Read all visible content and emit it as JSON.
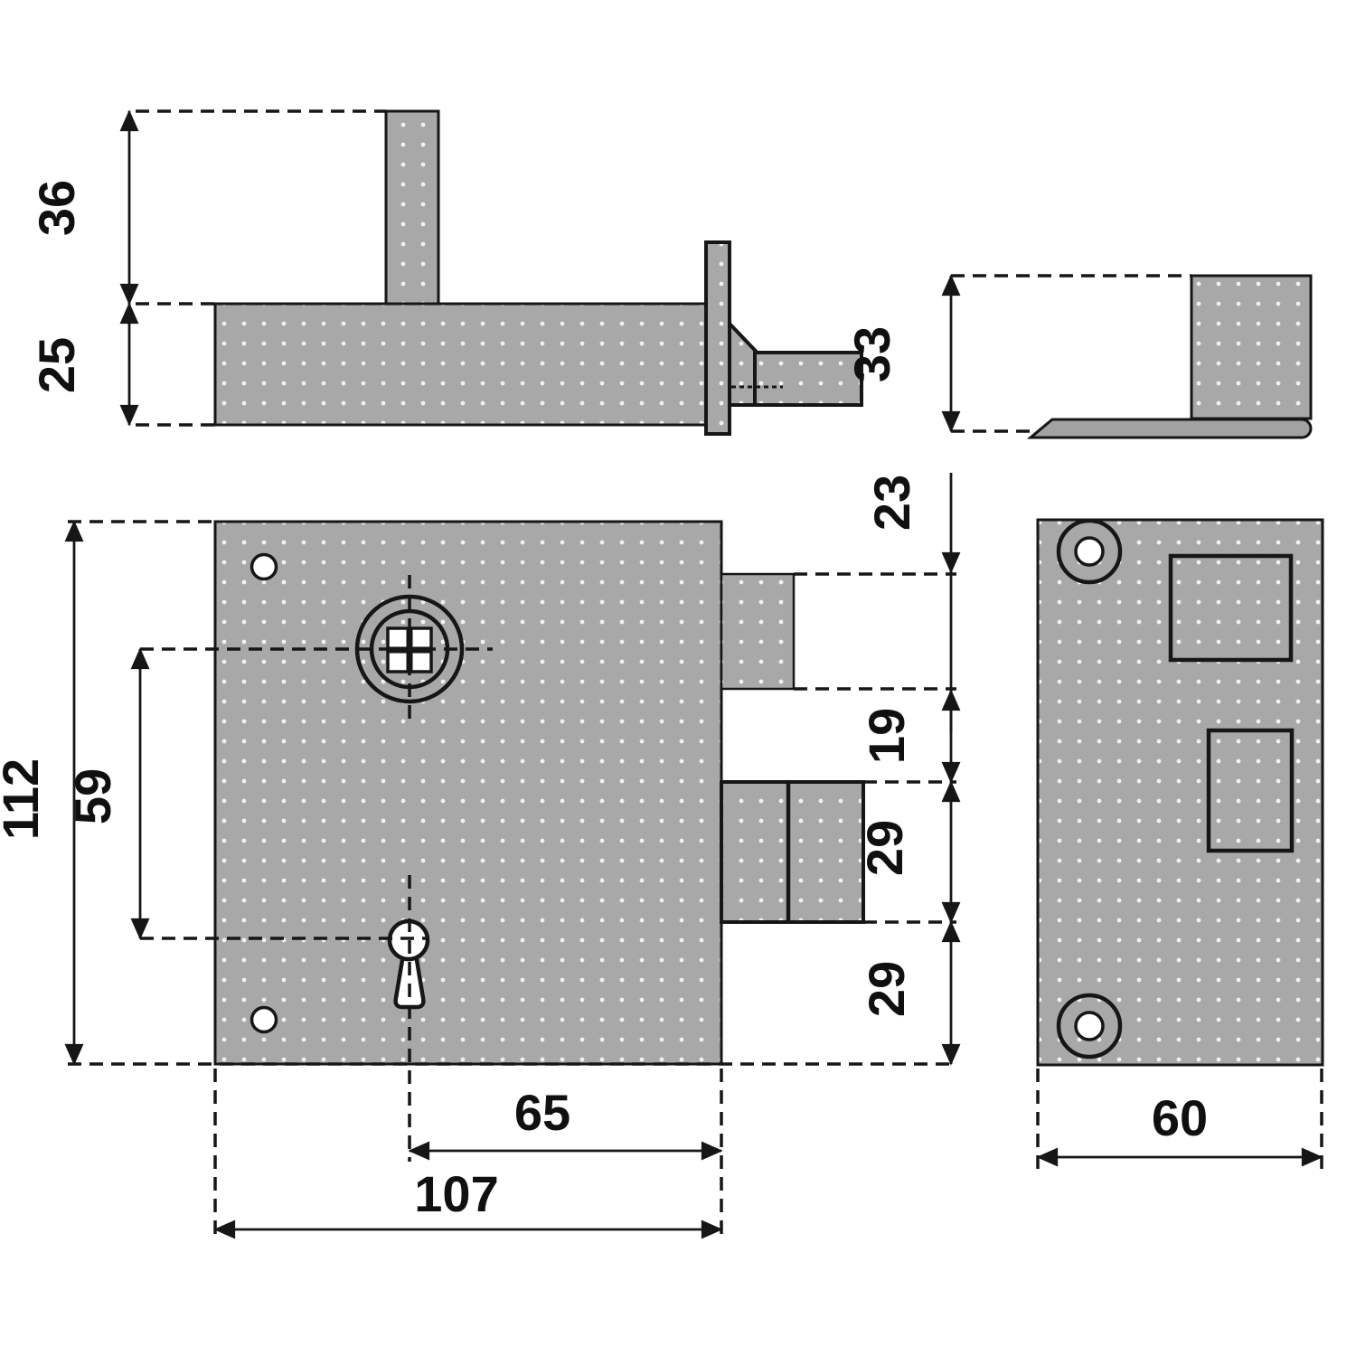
{
  "drawing": {
    "type": "technical-drawing",
    "subject": "cabinet rim lock with latch, deadbolt and angled strike plate - three dimensioned views",
    "units": "mm",
    "background": "#ffffff",
    "line_color": "#161616",
    "metal_fill": "#a8a8a8",
    "dimensions": {
      "top_view": {
        "spindle_post_height": "36",
        "case_depth": "25"
      },
      "side_view": {
        "strike_depth": "33"
      },
      "front_view": {
        "case_height": "112",
        "spindle_to_keyhole": "59",
        "latch_height": "23",
        "latch_to_deadbolt_gap": "19",
        "deadbolt_height": "29",
        "deadbolt_to_case_bottom": "29",
        "keyhole_backset": "65",
        "case_width": "107"
      },
      "strike_view": {
        "strike_width": "60"
      }
    }
  }
}
